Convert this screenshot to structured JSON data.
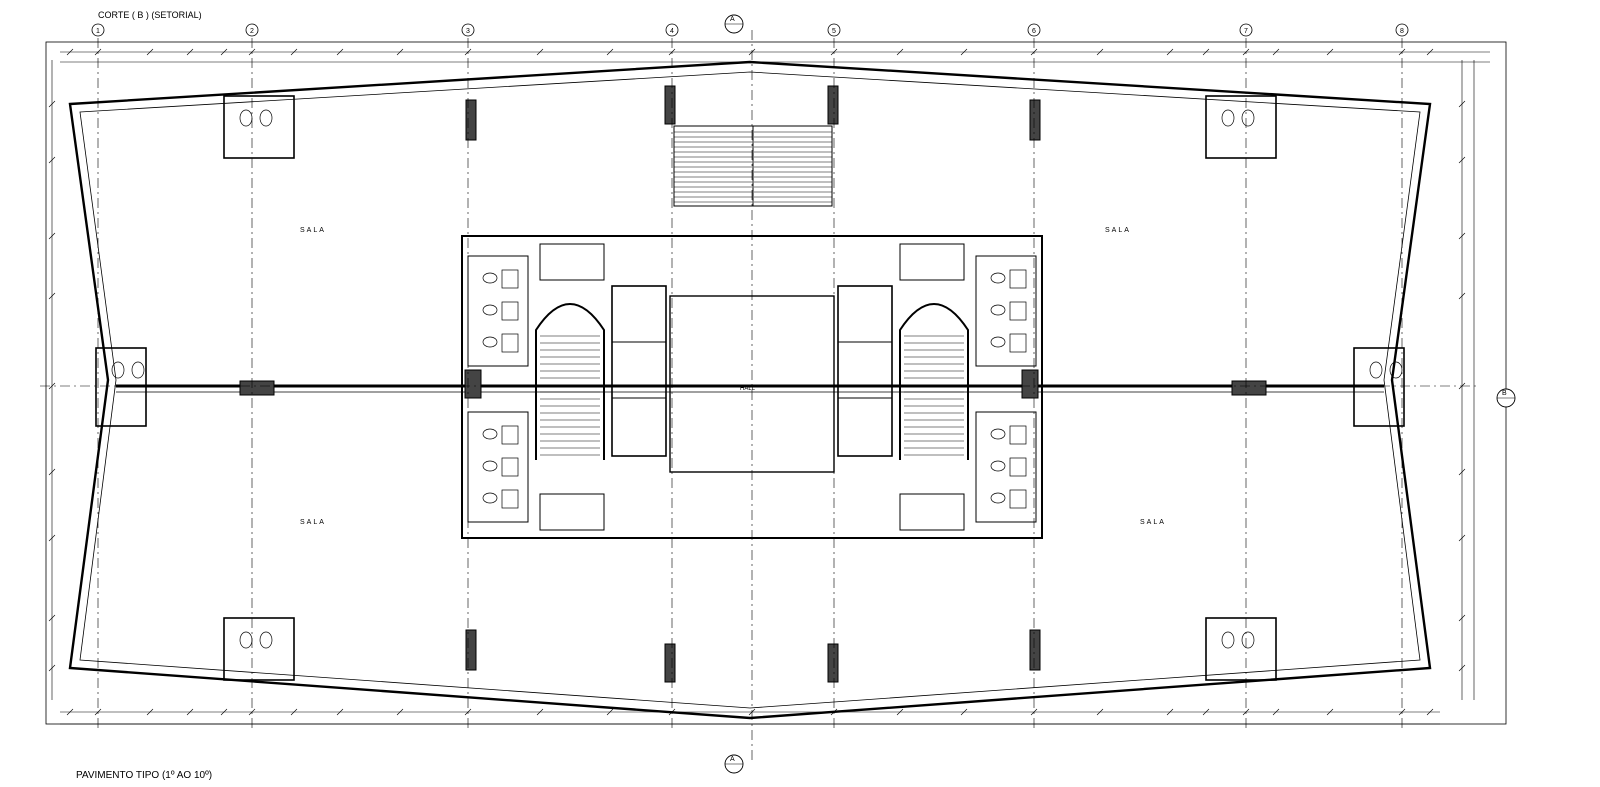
{
  "drawing": {
    "title": "PAVIMENTO TIPO (1º AO 10º)",
    "top_caption": "CORTE ( B ) (SETORIAL)",
    "grid_labels": [
      "1",
      "2",
      "3",
      "4",
      "5",
      "6",
      "7",
      "8"
    ],
    "section_marker_top": "A",
    "section_marker_bottom": "A",
    "section_marker_right": "B"
  },
  "rooms": {
    "sala_nw": "SALA",
    "sala_ne": "SALA",
    "sala_sw": "SALA",
    "sala_se": "SALA",
    "hall": "HALL"
  },
  "colors": {
    "ink": "#000000",
    "paper": "#ffffff",
    "hatch": "#444444"
  }
}
